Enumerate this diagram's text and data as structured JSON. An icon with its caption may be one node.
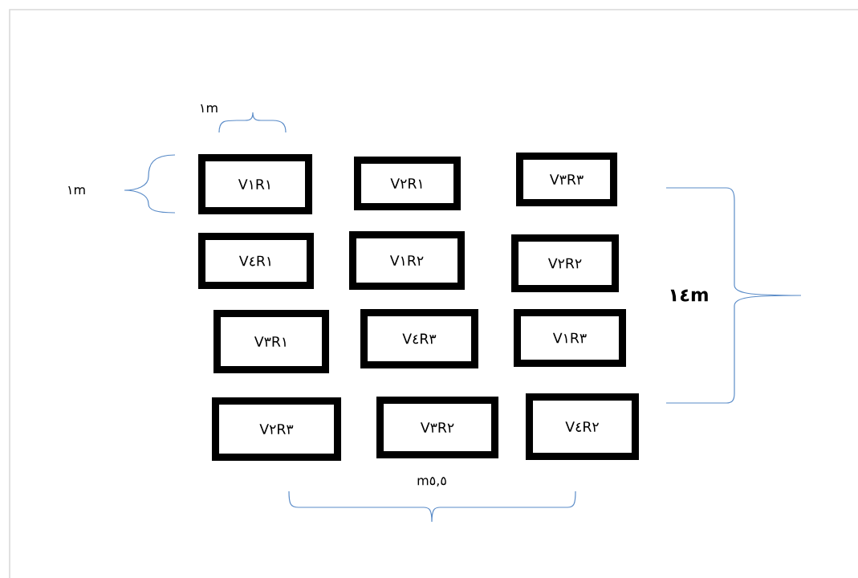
{
  "diagram": {
    "nodes": [
      {
        "text": [
          "V١R١"
        ]
      },
      {
        "text": [
          "V٢R١"
        ]
      },
      {
        "text": [
          "V٣R٣"
        ]
      },
      {
        "text": [
          "V٤R١"
        ]
      },
      {
        "text": [
          "V١R٢"
        ]
      },
      {
        "text": [
          "V٢R٢"
        ]
      },
      {
        "text": [
          "V٣R١"
        ]
      },
      {
        "text": [
          "V٤R٣"
        ]
      },
      {
        "text": [
          "V١R٣"
        ]
      },
      {
        "text": [
          "V٢R٣"
        ]
      },
      {
        "text": [
          "V٣R٢"
        ]
      },
      {
        "text": [
          "V٤R٢"
        ]
      }
    ],
    "labels": [
      "١m",
      "١m",
      "١٤m",
      "m٥,٥"
    ]
  }
}
